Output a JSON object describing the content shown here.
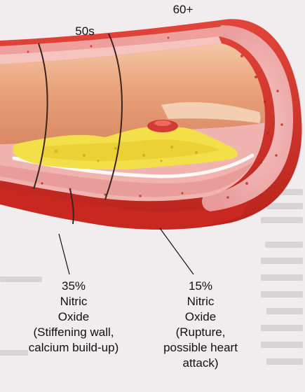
{
  "labels": {
    "age_50s": "50s",
    "age_60_plus": "60+"
  },
  "captions": {
    "left": {
      "percent": "35%",
      "line1": "Nitric",
      "line2": "Oxide",
      "line3": "(Stiffening wall,",
      "line4": "calcium build-up)"
    },
    "right": {
      "percent": "15%",
      "line1": "Nitric",
      "line2": "Oxide",
      "line3": "(Rupture,",
      "line4": "possible heart",
      "line5": "attack)"
    }
  },
  "colors": {
    "outer_wall": "#d2332a",
    "wall_section": "#e89a9a",
    "lumen": "#e8a37a",
    "plaque": "#f2df4a",
    "page": "#f1ecee"
  }
}
